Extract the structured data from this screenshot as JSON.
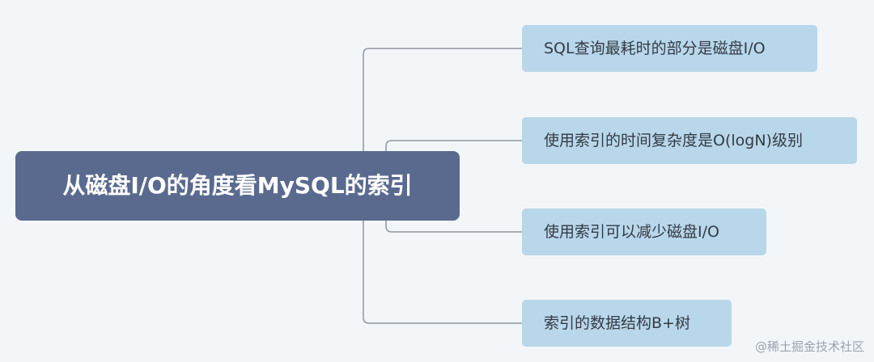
{
  "mindmap": {
    "root": {
      "label": "从磁盘I/O的角度看MySQL的索引"
    },
    "branches": [
      {
        "label": "SQL查询最耗时的部分是磁盘I/O"
      },
      {
        "label": "使用索引的时间复杂度是O(logN)级别"
      },
      {
        "label": "使用索引可以减少磁盘I/O"
      },
      {
        "label": "索引的数据结构B+树"
      }
    ]
  },
  "watermark": {
    "text": "@稀土掘金技术社区"
  },
  "colors": {
    "background": "#f3f6f9",
    "root_fill": "#5a6a8f",
    "branch_fill": "#b9d7ea",
    "connector": "#8e96a0"
  }
}
